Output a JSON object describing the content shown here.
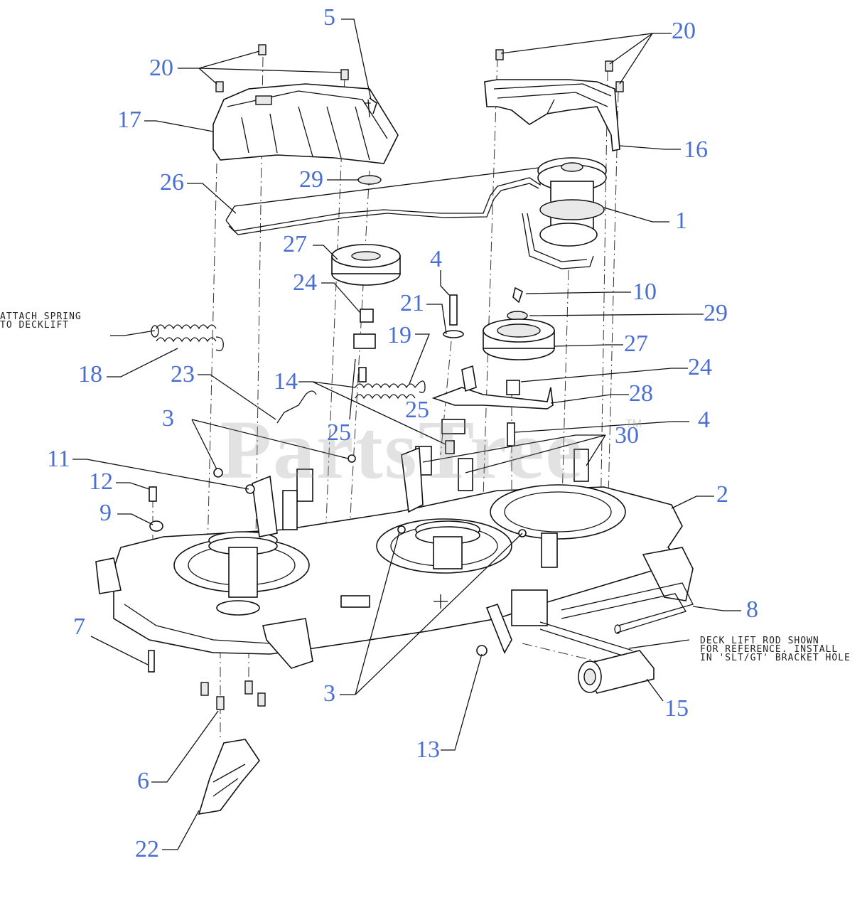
{
  "watermark": {
    "text": "PartsTree",
    "trademark": "TM"
  },
  "notes": {
    "spring": "ATTACH SPRING\nTO DECKLIFT",
    "lift_rod": "DECK LIFT ROD SHOWN\nFOR REFERENCE. INSTALL\nIN 'SLT/GT' BRACKET HOLE"
  },
  "callouts": [
    {
      "id": "c20a",
      "label": "20"
    },
    {
      "id": "c5",
      "label": "5"
    },
    {
      "id": "c20b",
      "label": "20"
    },
    {
      "id": "c17",
      "label": "17"
    },
    {
      "id": "c16",
      "label": "16"
    },
    {
      "id": "c29a",
      "label": "29"
    },
    {
      "id": "c26",
      "label": "26"
    },
    {
      "id": "c1",
      "label": "1"
    },
    {
      "id": "c27a",
      "label": "27"
    },
    {
      "id": "c4a",
      "label": "4"
    },
    {
      "id": "c24a",
      "label": "24"
    },
    {
      "id": "c10",
      "label": "10"
    },
    {
      "id": "c21",
      "label": "21"
    },
    {
      "id": "c29b",
      "label": "29"
    },
    {
      "id": "c19",
      "label": "19"
    },
    {
      "id": "c27b",
      "label": "27"
    },
    {
      "id": "c18",
      "label": "18"
    },
    {
      "id": "c24b",
      "label": "24"
    },
    {
      "id": "c23",
      "label": "23"
    },
    {
      "id": "c14",
      "label": "14"
    },
    {
      "id": "c28",
      "label": "28"
    },
    {
      "id": "c25a",
      "label": "25"
    },
    {
      "id": "c3a",
      "label": "3"
    },
    {
      "id": "c4b",
      "label": "4"
    },
    {
      "id": "c25b",
      "label": "25"
    },
    {
      "id": "c30",
      "label": "30"
    },
    {
      "id": "c11",
      "label": "11"
    },
    {
      "id": "c12",
      "label": "12"
    },
    {
      "id": "c2",
      "label": "2"
    },
    {
      "id": "c9",
      "label": "9"
    },
    {
      "id": "c8",
      "label": "8"
    },
    {
      "id": "c7",
      "label": "7"
    },
    {
      "id": "c3b",
      "label": "3"
    },
    {
      "id": "c15",
      "label": "15"
    },
    {
      "id": "c13",
      "label": "13"
    },
    {
      "id": "c6",
      "label": "6"
    },
    {
      "id": "c22",
      "label": "22"
    }
  ]
}
